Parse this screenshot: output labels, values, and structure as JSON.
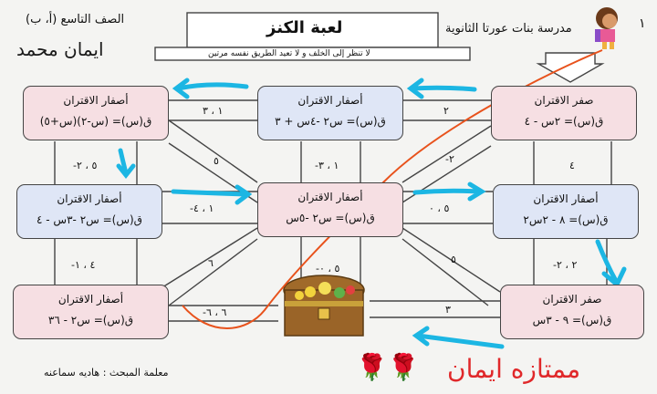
{
  "header": {
    "class": "الصف التاسع (أ، ب)",
    "title": "لعبة الكنز",
    "school": "مدرسة بنات عورتا الثانوية",
    "page_mark": "١",
    "student_name": "ايمان محمد",
    "rule": "لا تنظر إلى الخلف و لا تعيد الطريق نفسه مرتين"
  },
  "boxes": {
    "top_left": {
      "title": "أصفار الاقتران",
      "formula": "ق(س)= (س-٢)(س+٥)"
    },
    "top_mid": {
      "title": "أصفار الاقتران",
      "formula": "ق(س)= س٢ -٤س + ٣"
    },
    "top_right": {
      "title": "صفر الاقتران",
      "formula": "ق(س)= ٢س - ٤"
    },
    "mid_left": {
      "title": "أصفار الاقتران",
      "formula": "ق(س)= س٢ -٣س - ٤"
    },
    "center": {
      "title": "أصفار الاقتران",
      "formula": "ق(س)= س٢ -٥س"
    },
    "mid_right": {
      "title": "أصفار الاقتران",
      "formula": "ق(س)= ٨ - ٢س٢"
    },
    "bot_left": {
      "title": "أصفار الاقتران",
      "formula": "ق(س)= س٢ - ٣٦"
    },
    "bot_right": {
      "title": "صفر الاقتران",
      "formula": "ق(س)= ٩ - ٣س"
    }
  },
  "path_labels": {
    "top_left_mid": "١ ، ٣",
    "top_mid_right": "٢",
    "left_vert_top": "-٥ ، ٢",
    "center_vert_top": "-١ ، ٣",
    "right_vert_top": "-٢",
    "right_vert_top2": "٤",
    "diag_tl": "٥",
    "mid_left_center": "-١ ، ٤",
    "center_mid_right": "٥ ، ٠",
    "left_vert_bot": "-٤ ، ١",
    "center_vert_bot": "-٥ ، ٠",
    "right_vert_bot": "-٢ ، ٢",
    "diag_bl": "٦",
    "diag_br": "٥",
    "bot_left_chest": "-٦ ، ٦",
    "chest_bot_right": "٣"
  },
  "footer": {
    "teacher": "معلمة المبحث : هاديه سماعنه",
    "praise": "ممتازه ايمان"
  },
  "colors": {
    "pink": "#f6dfe3",
    "blue": "#dfe6f6",
    "annotation_blue": "#1cb6e3",
    "annotation_orange": "#e8521c",
    "praise_red": "#e0282a"
  }
}
